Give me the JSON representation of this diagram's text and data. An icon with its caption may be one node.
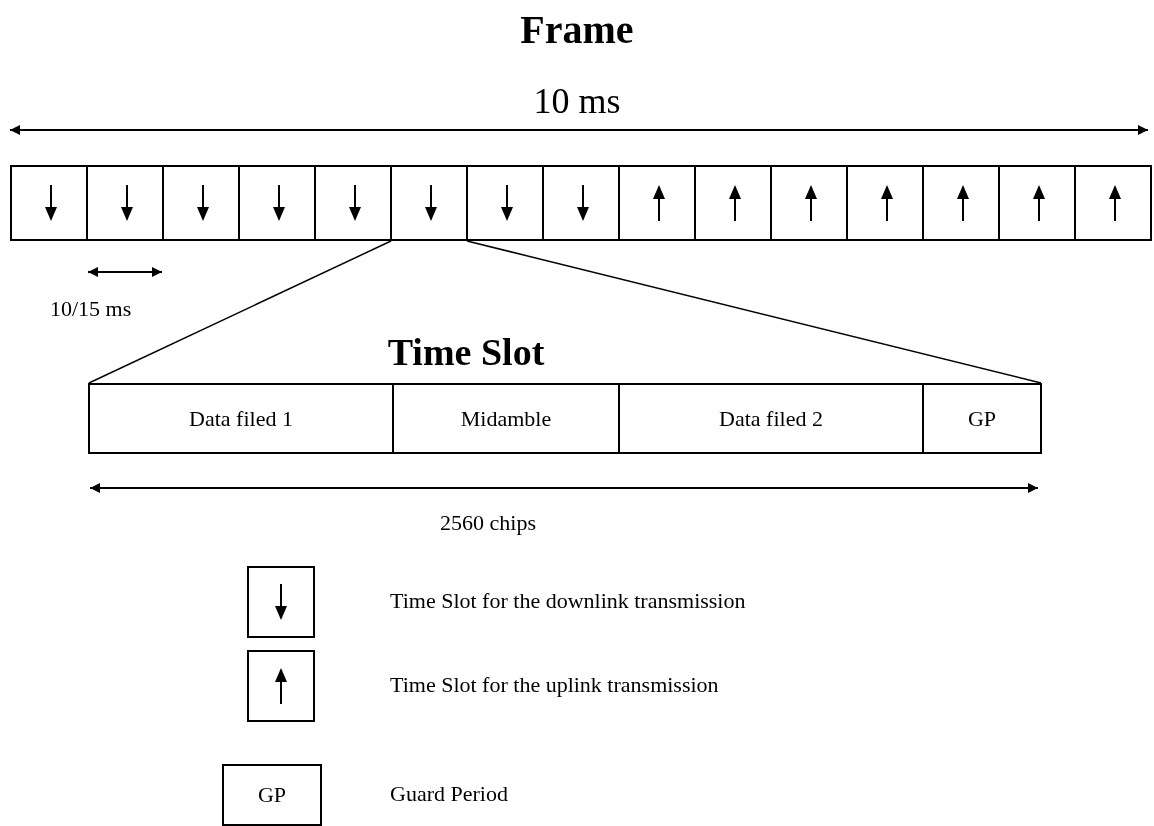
{
  "diagram": {
    "title": "Frame",
    "nodes": [
      {
        "text": [],
        "shape": "box"
      },
      {
        "text": [],
        "shape": "box"
      },
      {
        "text": [],
        "shape": "box"
      },
      {
        "text": [],
        "shape": "box"
      },
      {
        "text": [],
        "shape": "box"
      },
      {
        "text": [],
        "shape": "box"
      },
      {
        "text": [],
        "shape": "box"
      },
      {
        "text": [],
        "shape": "box"
      },
      {
        "text": [],
        "shape": "box"
      },
      {
        "text": [],
        "shape": "box"
      },
      {
        "text": [],
        "shape": "box"
      },
      {
        "text": [],
        "shape": "box"
      },
      {
        "text": [],
        "shape": "box"
      },
      {
        "text": [],
        "shape": "box"
      },
      {
        "text": [],
        "shape": "box"
      },
      {
        "text": [
          "Time Slot"
        ]
      },
      {
        "text": [
          "Data filed 1"
        ],
        "in": 15
      },
      {
        "text": [
          "Midamble"
        ],
        "in": 15
      },
      {
        "text": [
          "Data filed 2"
        ],
        "in": 15
      },
      {
        "text": [
          "GP"
        ],
        "in": 15
      }
    ],
    "edges": [
      {
        "from": 5,
        "to": 15,
        "arrow": "none"
      },
      {
        "from": 5,
        "to": 15,
        "arrow": "none"
      }
    ],
    "labels": [
      "10 ms",
      "10/15 ms",
      "2560 chips",
      "GP"
    ],
    "legend": [
      {
        "text": "Time Slot for the downlink transmission"
      },
      {
        "text": "Time Slot for the uplink transmission"
      },
      {
        "text": "Guard Period"
      }
    ]
  }
}
